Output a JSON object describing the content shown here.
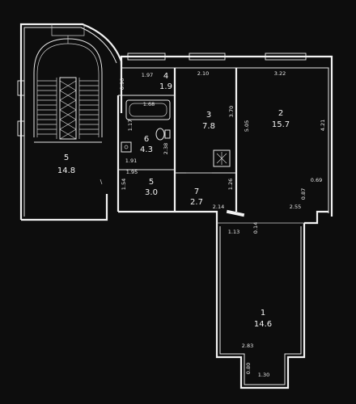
{
  "rooms": [
    {
      "num": "1",
      "area": "14.6"
    },
    {
      "num": "2",
      "area": "15.7"
    },
    {
      "num": "3",
      "area": "7.8"
    },
    {
      "num": "4",
      "area": "1.9"
    },
    {
      "num": "5",
      "area": "14.8"
    },
    {
      "num": "5",
      "area": "3.0"
    },
    {
      "num": "6",
      "area": "4.3"
    },
    {
      "num": "7",
      "area": "2.7"
    }
  ],
  "dims": {
    "d197": "1.97",
    "d096": "0.96",
    "d210": "2.10",
    "d322": "3.22",
    "d168": "1.68",
    "d117": "1.17",
    "d238": "2.38",
    "d191": "1.91",
    "d370": "3.70",
    "d505": "5.05",
    "d421": "4.21",
    "d195": "1.95",
    "d154": "1.54",
    "d126": "1.26",
    "d069": "0.69",
    "d087": "0.87",
    "d214": "2.14",
    "d255": "2.55",
    "d113": "1.13",
    "d014": "0.14",
    "d283": "2.83",
    "d080": "0.80",
    "d130": "1.30"
  }
}
